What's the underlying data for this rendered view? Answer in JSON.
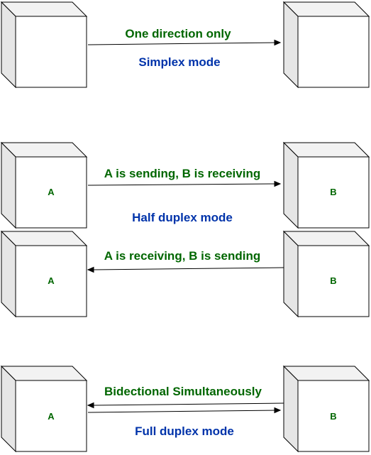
{
  "colors": {
    "green_text": "#006600",
    "blue_text": "#0033aa",
    "cube_top": "#f2f2f2",
    "cube_side": "#e6e6e6"
  },
  "simplex": {
    "caption": "One direction only",
    "mode": "Simplex mode",
    "left_node": "",
    "right_node": ""
  },
  "half_duplex": {
    "send_caption": "A is sending, B is receiving",
    "mode": "Half duplex mode",
    "receive_caption": "A is receiving, B is sending",
    "node_a": "A",
    "node_b": "B"
  },
  "full_duplex": {
    "caption": "Bidectional Simultaneously",
    "mode": "Full duplex mode",
    "node_a": "A",
    "node_b": "B"
  }
}
